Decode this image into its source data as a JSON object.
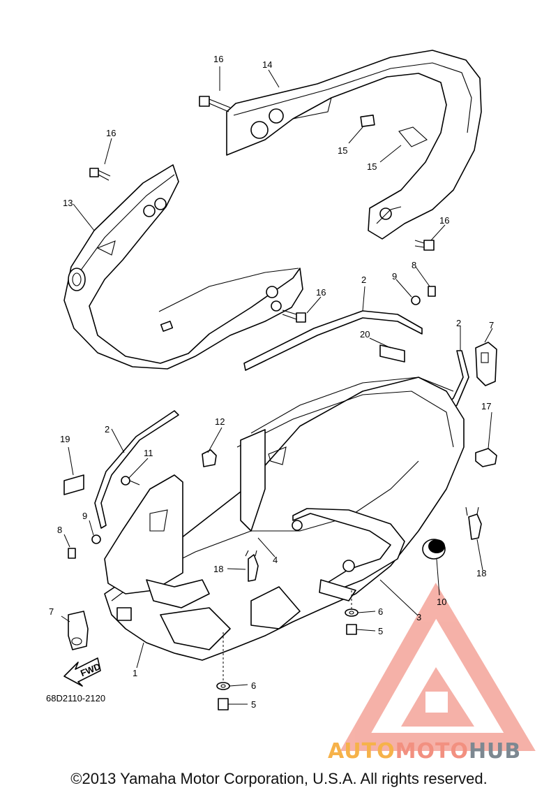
{
  "diagram": {
    "drawing_code": "68D2110-2120",
    "fwd_label": "FWD",
    "callouts": [
      "1",
      "2",
      "2",
      "2",
      "3",
      "4",
      "5",
      "5",
      "6",
      "6",
      "7",
      "7",
      "8",
      "8",
      "9",
      "9",
      "10",
      "11",
      "12",
      "13",
      "14",
      "15",
      "15",
      "16",
      "16",
      "16",
      "16",
      "17",
      "18",
      "18",
      "19",
      "20"
    ]
  },
  "footer": {
    "copyright": "©2013 Yamaha Motor Corporation, U.S.A. All rights reserved."
  },
  "watermark": {
    "part1": "AUTO",
    "part2": "MOTO",
    "part3": "HUB",
    "colors": {
      "logo": "#f4a49a",
      "auto": "#f6b24a",
      "moto": "#f29080",
      "hub": "#7d8891"
    }
  }
}
